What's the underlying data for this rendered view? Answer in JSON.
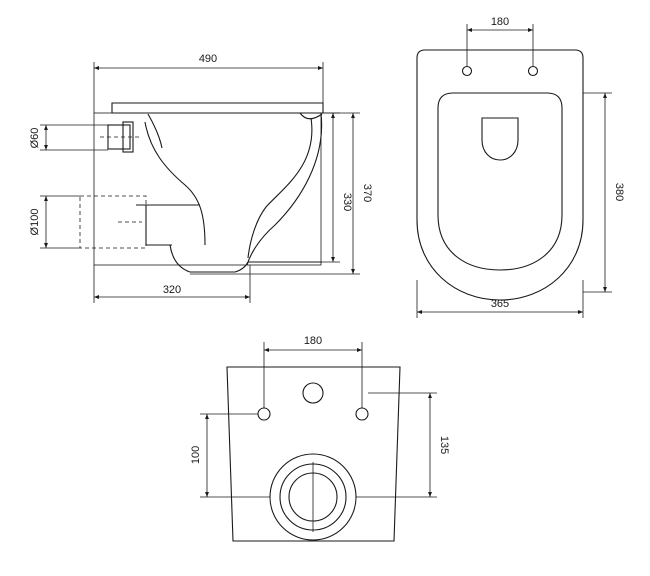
{
  "side_view": {
    "total_length": "490",
    "inlet_diameter": "Ø60",
    "outlet_diameter": "Ø100",
    "outlet_distance": "320",
    "outlet_height": "330",
    "total_height": "370"
  },
  "top_view": {
    "hole_spacing": "180",
    "bowl_length": "380",
    "width": "365"
  },
  "rear_view": {
    "hole_spacing": "180",
    "hole_to_outlet": "100",
    "outlet_height": "135"
  }
}
